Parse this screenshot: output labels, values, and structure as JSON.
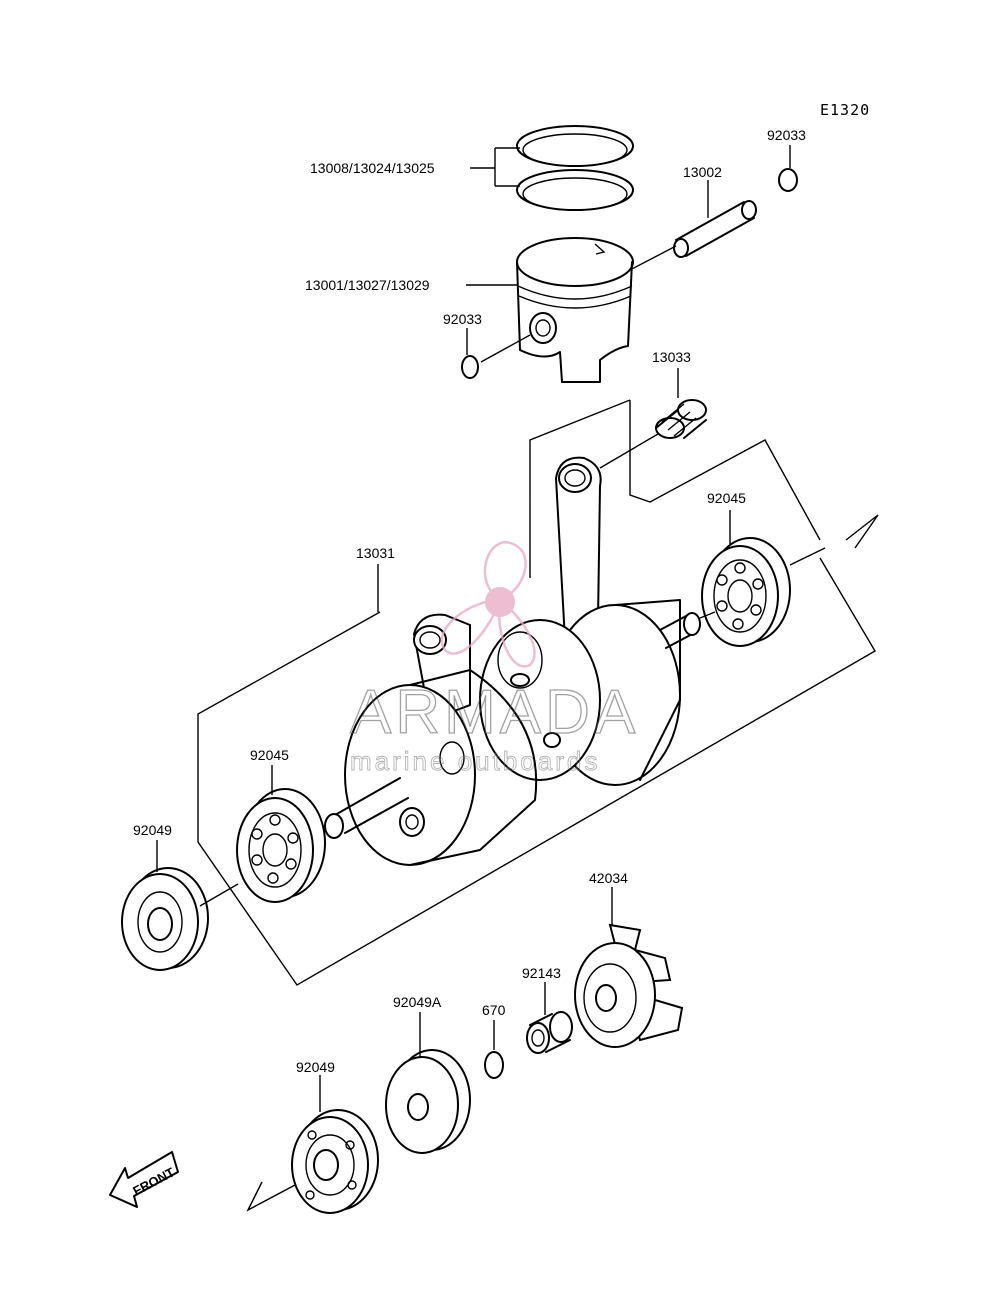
{
  "diagram_code": "E1320",
  "parts": {
    "rings": "13008/13024/13025",
    "piston": "13001/13027/13029",
    "piston_pin": "13002",
    "circlip_top": "92033",
    "circlip_left": "92033",
    "needle_bearing": "13033",
    "bearing_right": "92045",
    "crankshaft": "13031",
    "bearing_left": "92045",
    "oil_seal_left": "92049",
    "impeller": "42034",
    "spacer": "92143",
    "o_ring": "670",
    "washer": "92049A",
    "oil_seal_bottom": "92049"
  },
  "front_label": "FRONT",
  "watermark": {
    "brand": "ARMADA",
    "tagline": "marine outboards",
    "accent_color": "#e8a8c4"
  }
}
